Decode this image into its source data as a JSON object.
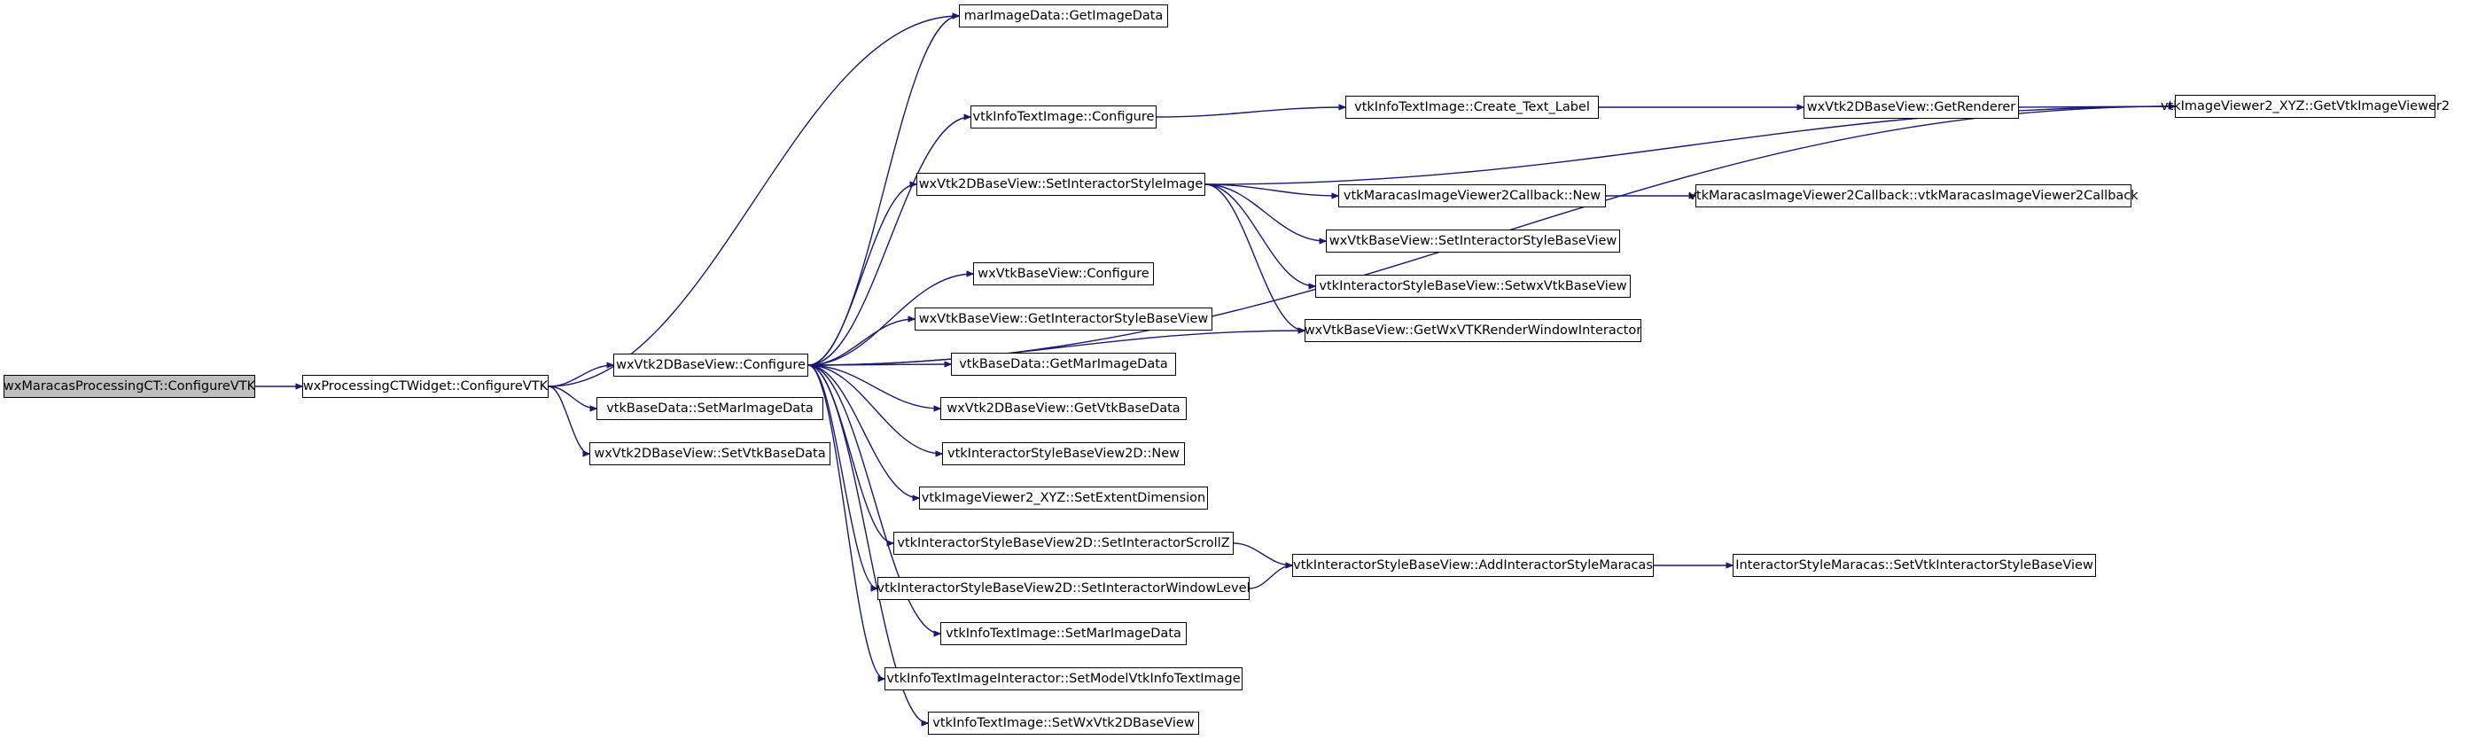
{
  "nodes": [
    {
      "id": "n0",
      "label": "wxMaracasProcessingCT::ConfigureVTK",
      "root": true
    },
    {
      "id": "n1",
      "label": "wxProcessingCTWidget::ConfigureVTK"
    },
    {
      "id": "n2",
      "label": "marImageData::GetImageData"
    },
    {
      "id": "n3",
      "label": "vtkImageViewer2_XYZ::GetVtkImageViewer2"
    },
    {
      "id": "n4",
      "label": "wxVtk2DBaseView::Configure"
    },
    {
      "id": "n5",
      "label": "vtkBaseData::SetMarImageData"
    },
    {
      "id": "n6",
      "label": "wxVtk2DBaseView::SetVtkBaseData"
    },
    {
      "id": "n7",
      "label": "vtkInfoTextImage::Configure"
    },
    {
      "id": "n8",
      "label": "vtkInfoTextImage::Create_Text_Label"
    },
    {
      "id": "n9",
      "label": "wxVtk2DBaseView::GetRenderer"
    },
    {
      "id": "n10",
      "label": "wxVtk2DBaseView::SetInteractorStyleImage"
    },
    {
      "id": "n11",
      "label": "vtkMaracasImageViewer2Callback::New"
    },
    {
      "id": "n12",
      "label": "vtkMaracasImageViewer2Callback::vtkMaracasImageViewer2Callback"
    },
    {
      "id": "n13",
      "label": "wxVtkBaseView::SetInteractorStyleBaseView"
    },
    {
      "id": "n14",
      "label": "vtkInteractorStyleBaseView::SetwxVtkBaseView"
    },
    {
      "id": "n15",
      "label": "wxVtkBaseView::GetWxVTKRenderWindowInteractor"
    },
    {
      "id": "n16",
      "label": "wxVtkBaseView::Configure"
    },
    {
      "id": "n17",
      "label": "wxVtkBaseView::GetInteractorStyleBaseView"
    },
    {
      "id": "n18",
      "label": "vtkBaseData::GetMarImageData"
    },
    {
      "id": "n19",
      "label": "wxVtk2DBaseView::GetVtkBaseData"
    },
    {
      "id": "n20",
      "label": "vtkInteractorStyleBaseView2D::New"
    },
    {
      "id": "n21",
      "label": "vtkImageViewer2_XYZ::SetExtentDimension"
    },
    {
      "id": "n22",
      "label": "vtkInteractorStyleBaseView2D::SetInteractorScrollZ"
    },
    {
      "id": "n23",
      "label": "vtkInteractorStyleBaseView::AddInteractorStyleMaracas"
    },
    {
      "id": "n24",
      "label": "InteractorStyleMaracas::SetVtkInteractorStyleBaseView"
    },
    {
      "id": "n25",
      "label": "vtkInteractorStyleBaseView2D::SetInteractorWindowLevel"
    },
    {
      "id": "n26",
      "label": "vtkInfoTextImage::SetMarImageData"
    },
    {
      "id": "n27",
      "label": "vtkInfoTextImageInteractor::SetModelVtkInfoTextImage"
    },
    {
      "id": "n28",
      "label": "vtkInfoTextImage::SetWxVtk2DBaseView"
    }
  ],
  "edges": [
    [
      "n0",
      "n1"
    ],
    [
      "n1",
      "n2"
    ],
    [
      "n1",
      "n4"
    ],
    [
      "n1",
      "n5"
    ],
    [
      "n1",
      "n6"
    ],
    [
      "n4",
      "n2"
    ],
    [
      "n4",
      "n3"
    ],
    [
      "n4",
      "n7"
    ],
    [
      "n4",
      "n10"
    ],
    [
      "n4",
      "n15"
    ],
    [
      "n4",
      "n16"
    ],
    [
      "n4",
      "n17"
    ],
    [
      "n4",
      "n18"
    ],
    [
      "n4",
      "n19"
    ],
    [
      "n4",
      "n20"
    ],
    [
      "n4",
      "n21"
    ],
    [
      "n4",
      "n22"
    ],
    [
      "n4",
      "n25"
    ],
    [
      "n4",
      "n26"
    ],
    [
      "n4",
      "n27"
    ],
    [
      "n4",
      "n28"
    ],
    [
      "n7",
      "n8"
    ],
    [
      "n8",
      "n9"
    ],
    [
      "n9",
      "n3"
    ],
    [
      "n10",
      "n3"
    ],
    [
      "n10",
      "n11"
    ],
    [
      "n10",
      "n13"
    ],
    [
      "n10",
      "n14"
    ],
    [
      "n10",
      "n15"
    ],
    [
      "n11",
      "n12"
    ],
    [
      "n22",
      "n23"
    ],
    [
      "n25",
      "n23"
    ],
    [
      "n23",
      "n24"
    ]
  ],
  "colors": {
    "edge": "#191970",
    "root_fill": "#bfbfbf",
    "node_border": "#000000"
  }
}
